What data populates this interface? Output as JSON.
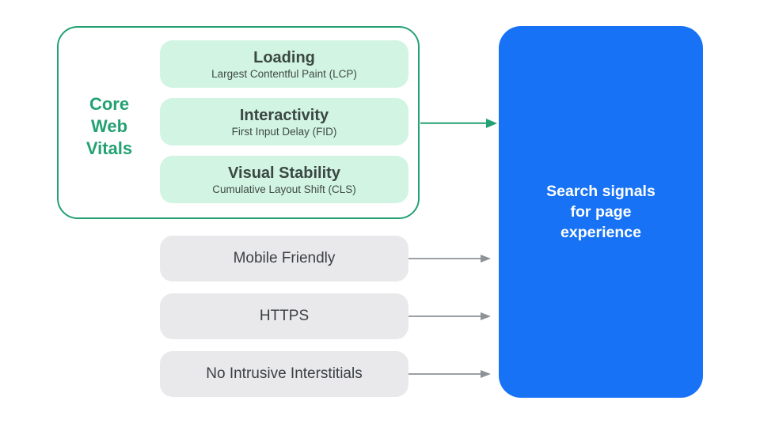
{
  "diagram": {
    "core_web_vitals": {
      "label": "Core\nWeb\nVitals",
      "items": [
        {
          "title": "Loading",
          "subtitle": "Largest Contentful Paint (LCP)"
        },
        {
          "title": "Interactivity",
          "subtitle": "First Input Delay (FID)"
        },
        {
          "title": "Visual Stability",
          "subtitle": "Cumulative Layout Shift (CLS)"
        }
      ]
    },
    "other_signals": [
      {
        "label": "Mobile Friendly"
      },
      {
        "label": "HTTPS"
      },
      {
        "label": "No Intrusive Interstitials"
      }
    ],
    "result": {
      "label": "Search signals\nfor page\nexperience"
    },
    "colors": {
      "accent_green": "#23a172",
      "mint_fill": "#d2f4e2",
      "accent_blue": "#1772f5",
      "gray_fill": "#e9e9eb",
      "gray_arrow": "#9aa0a6",
      "text_dark": "#3c4043",
      "text_on_blue": "#ffffff"
    }
  }
}
